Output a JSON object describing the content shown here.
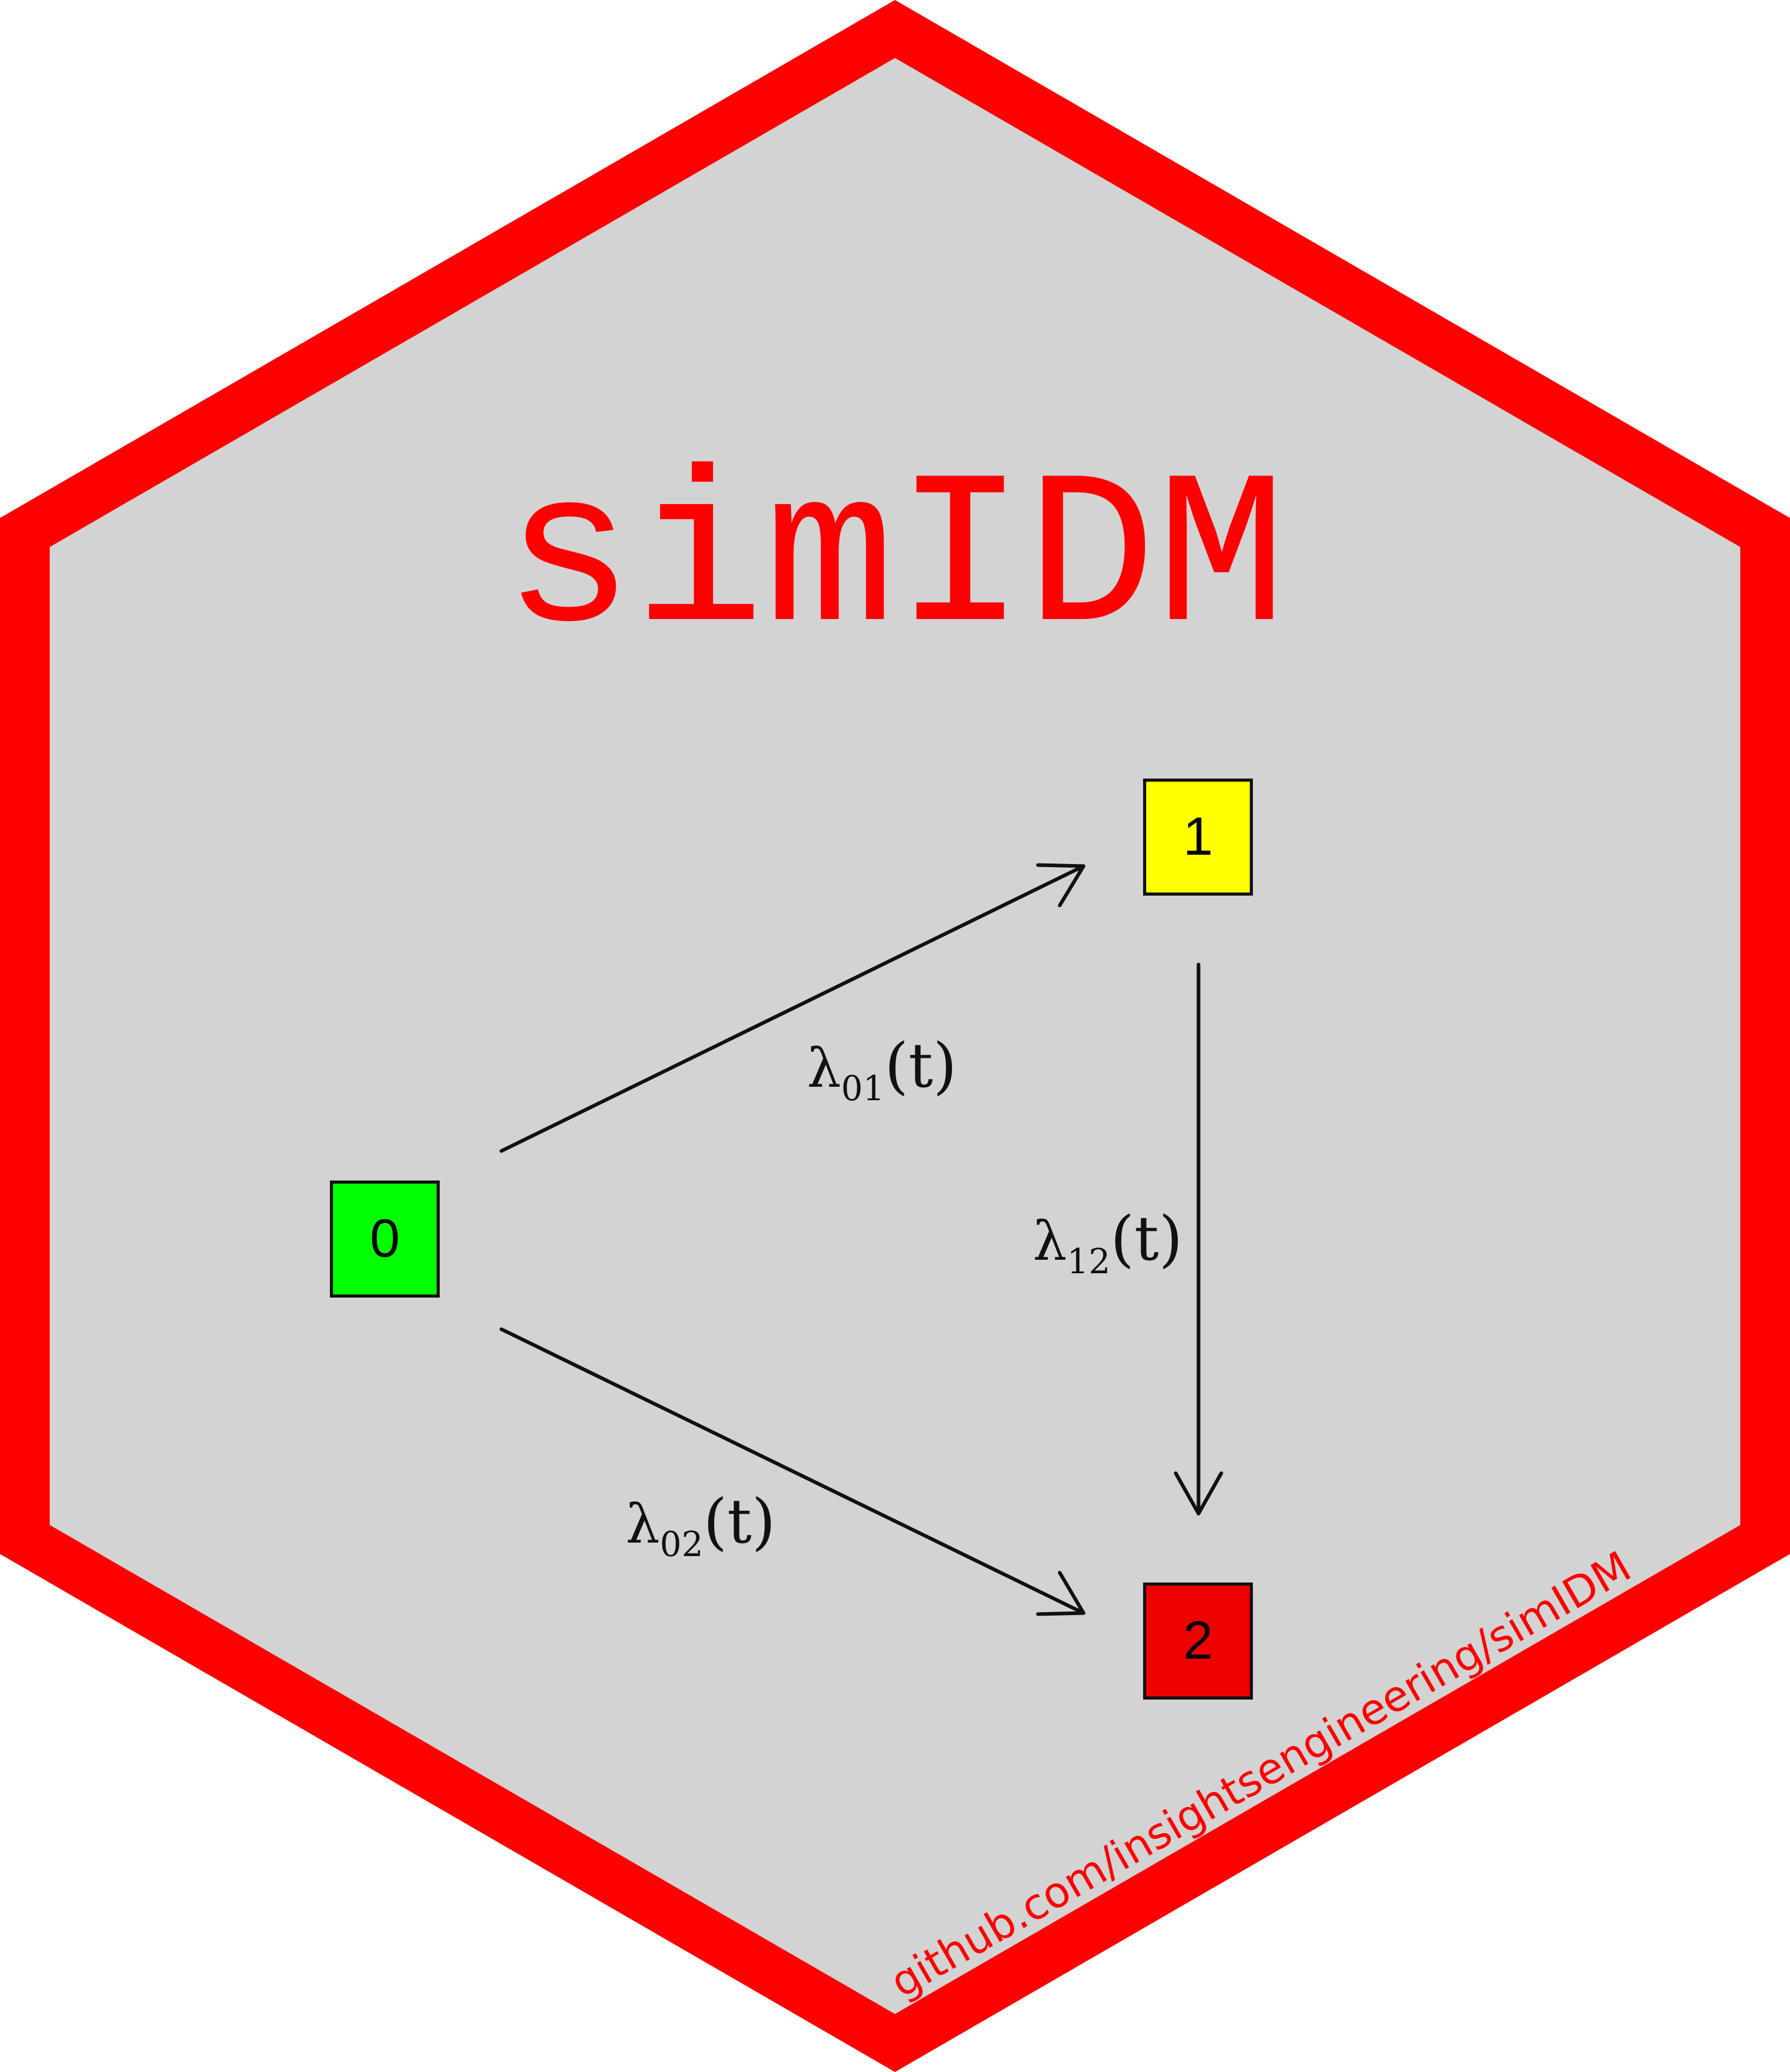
{
  "logo": {
    "title": "simIDM",
    "url": "github.com/insightsengineering/simIDM",
    "colors": {
      "border": "#ff0000",
      "background": "#d3d3d3",
      "title": "#ff0000",
      "url": "#ff0000",
      "arrow": "#111111"
    }
  },
  "diagram": {
    "states": [
      {
        "id": "0",
        "label": "0",
        "color": "#00ff00"
      },
      {
        "id": "1",
        "label": "1",
        "color": "#ffff00"
      },
      {
        "id": "2",
        "label": "2",
        "color": "#ee0000"
      }
    ],
    "transitions": [
      {
        "from": "0",
        "to": "1",
        "symbol": "λ",
        "subscript": "01",
        "arg": "(t)"
      },
      {
        "from": "0",
        "to": "2",
        "symbol": "λ",
        "subscript": "02",
        "arg": "(t)"
      },
      {
        "from": "1",
        "to": "2",
        "symbol": "λ",
        "subscript": "12",
        "arg": "(t)"
      }
    ]
  }
}
